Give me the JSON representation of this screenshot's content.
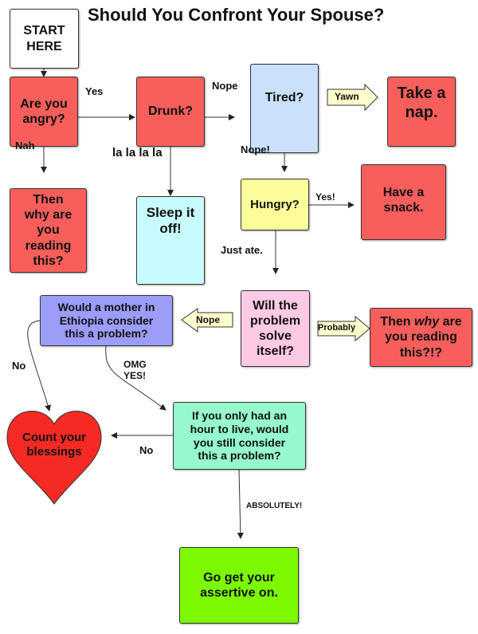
{
  "title": "Should You Confront Your Spouse?",
  "nodes": {
    "start": "START HERE",
    "angry": "Are you angry?",
    "drunk": "Drunk?",
    "tired": "Tired?",
    "nap": "Take a nap.",
    "why_reading": "Then why are you reading this?",
    "sleep": "Sleep it off!",
    "hungry": "Hungry?",
    "snack": "Have a snack.",
    "solve": "Will the problem solve itself?",
    "mother": "Would a mother in Ethiopia consider this a problem?",
    "why_reading2_pre": "Then ",
    "why_reading2_em": "why",
    "why_reading2_post": " are you reading this?!?",
    "blessings": "Count your blessings",
    "hour": "If you only had an hour to live, would you still consider this a problem?",
    "assertive": "Go get your assertive on."
  },
  "edges": {
    "angry_yes": "Yes",
    "angry_nah": "Nah",
    "drunk_nope": "Nope",
    "drunk_la": "la la la la",
    "tired_yawn": "Yawn",
    "tired_nope": "Nope!",
    "hungry_yes": "Yes!",
    "hungry_ate": "Just ate.",
    "solve_nope": "Nope",
    "solve_probably": "Probably",
    "mother_no": "No",
    "mother_omg": "OMG",
    "mother_yes": "YES!",
    "hour_no": "No",
    "hour_abs": "ABSOLUTELY!"
  },
  "colors": {
    "red": "#f85f5c",
    "blue": "#c9e1fb",
    "cyan": "#c8fbfe",
    "yellow": "#fdfc9a",
    "pink": "#fdc9e4",
    "purple": "#9c9cf9",
    "mint": "#96f8cc",
    "green": "#7cf900",
    "heart": "#f52a24",
    "arrow": "#fdfccc"
  }
}
